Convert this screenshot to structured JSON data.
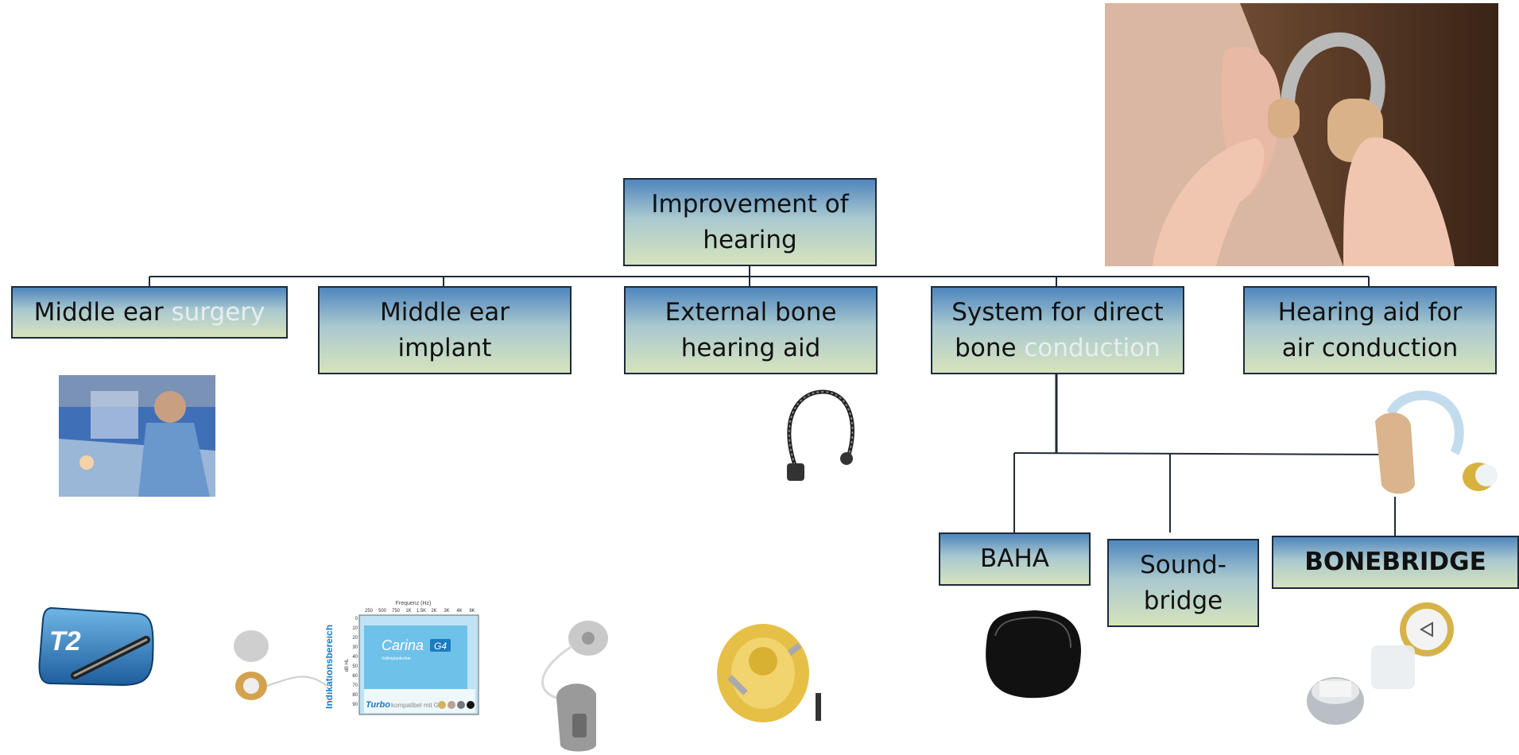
{
  "diagram": {
    "root": {
      "line1": "Improvement of",
      "line2": "hearing"
    },
    "categories": [
      {
        "id": "middle-ear-surgery",
        "text": "Middle ear ",
        "muted": "surgery"
      },
      {
        "id": "middle-ear-implant",
        "line1": "Middle ear",
        "line2": "implant"
      },
      {
        "id": "external-bone-hearing-aid",
        "line1": "External bone",
        "line2": "hearing aid"
      },
      {
        "id": "direct-bone-conduction",
        "line1": "System for direct",
        "line2a": "bone ",
        "line2muted": "conduction"
      },
      {
        "id": "air-conduction-hearing-aid",
        "line1": "Hearing aid for",
        "line2": "air conduction"
      }
    ],
    "subcategories": [
      {
        "id": "baha",
        "text": "BAHA"
      },
      {
        "id": "soundbridge",
        "line1": "Sound-",
        "line2": "bridge"
      },
      {
        "id": "bonebridge",
        "text": "BONEBRIDGE"
      }
    ]
  },
  "images": {
    "t2_badge": "T2",
    "carina_chart": {
      "side_label": "Indikationsbereich",
      "top_label": "Frequenz (Hz)",
      "freq_ticks": [
        "250",
        "500",
        "750",
        "1K",
        "1.5K",
        "2K",
        "3K",
        "4K",
        "8K"
      ],
      "db_label": "dB HL",
      "db_ticks": [
        "0",
        "10",
        "20",
        "30",
        "40",
        "50",
        "60",
        "70",
        "80",
        "90"
      ],
      "product": "Carina",
      "badge": "G4",
      "subtitle": "Vollimplantierbar",
      "footer": "Turbo",
      "footer_small": "kompatibel mit G4"
    }
  },
  "colors": {
    "box_top": "#4f86bd",
    "box_mid": "#a9c8cf",
    "box_bottom": "#d6e4bd",
    "connector": "#1e2a3a"
  }
}
